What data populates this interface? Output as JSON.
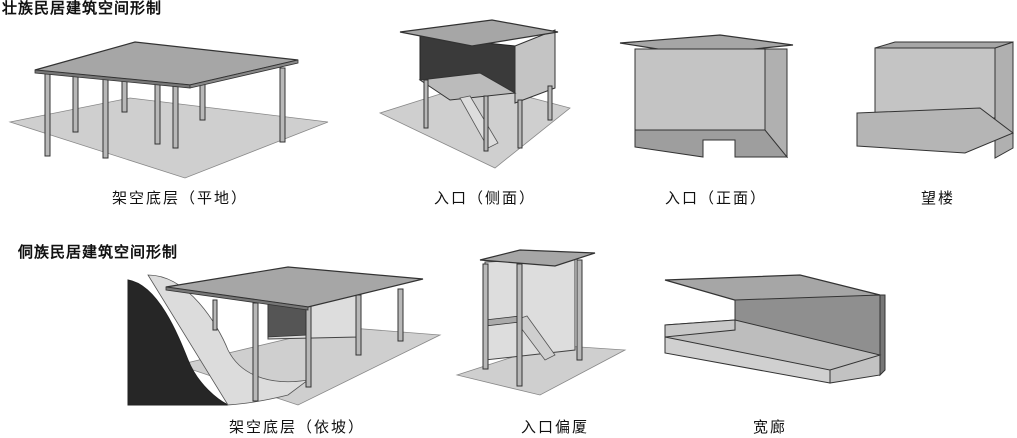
{
  "sections": [
    {
      "title": "壮族民居建筑空间形制",
      "items": [
        {
          "caption": "架空底层（平地）"
        },
        {
          "caption": "入口（侧面）"
        },
        {
          "caption": "入口（正面）"
        },
        {
          "caption": "望楼"
        }
      ]
    },
    {
      "title": "侗族民居建筑空间形制",
      "items": [
        {
          "caption": "架空底层（依坡）"
        },
        {
          "caption": "入口偏厦"
        },
        {
          "caption": "宽廊"
        }
      ]
    }
  ],
  "colors": {
    "ground": "#cfcfcf",
    "roof": "#a9a9a9",
    "wall": "#c4c4c4",
    "dark_wall": "#3a3a3a",
    "outline": "#333333"
  }
}
